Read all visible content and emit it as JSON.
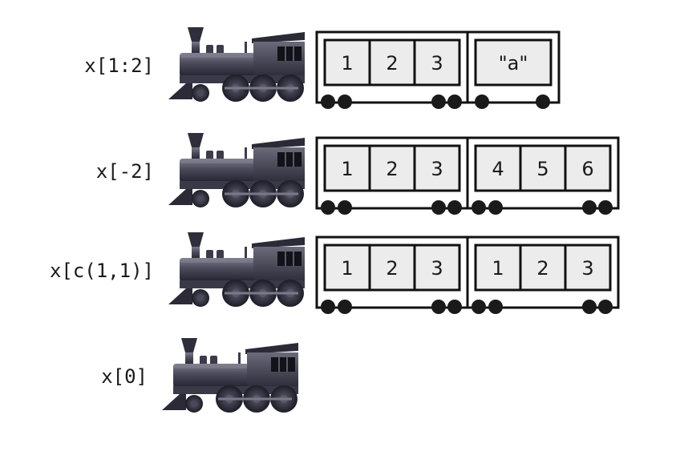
{
  "rows": [
    {
      "label": "x[1:2]",
      "cars": [
        [
          "1",
          "2",
          "3"
        ],
        [
          "\"a\""
        ]
      ]
    },
    {
      "label": "x[-2]",
      "cars": [
        [
          "1",
          "2",
          "3"
        ],
        [
          "4",
          "5",
          "6"
        ]
      ]
    },
    {
      "label": "x[c(1,1)]",
      "cars": [
        [
          "1",
          "2",
          "3"
        ],
        [
          "1",
          "2",
          "3"
        ]
      ]
    },
    {
      "label": "x[0]",
      "cars": []
    }
  ],
  "colors": {
    "car_outline": "#111111",
    "cell_fill": "#ececec",
    "locomotive_dark": "#2b2a36",
    "locomotive_mid": "#4a4958",
    "locomotive_light": "#6d6c7c"
  },
  "icons": {
    "engine": "steam-locomotive-icon"
  }
}
